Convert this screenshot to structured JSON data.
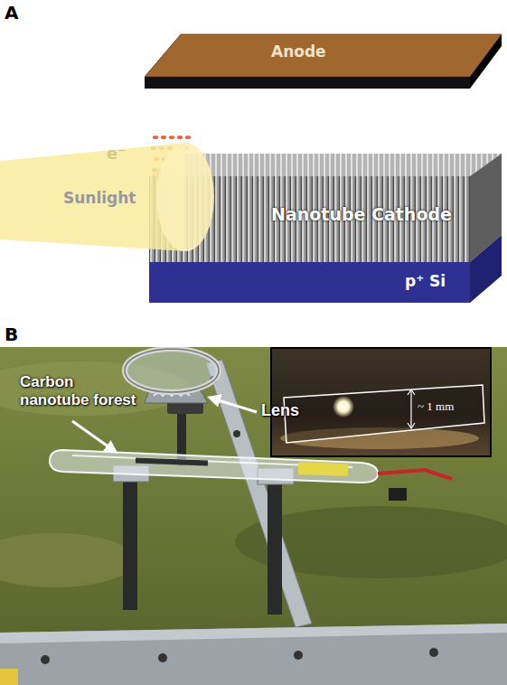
{
  "diagram": {
    "nodes": [
      {
        "text": [
          "Anode"
        ]
      },
      {
        "text": [
          "Sunlight"
        ]
      },
      {
        "text": [
          "Nanotube Cathode"
        ]
      },
      {
        "text": [
          "p⁺ Si"
        ]
      }
    ],
    "labels": [
      "A",
      "e⁻",
      "B",
      "Lens",
      "Carbon nanotube forest",
      "~ 1 mm"
    ]
  }
}
